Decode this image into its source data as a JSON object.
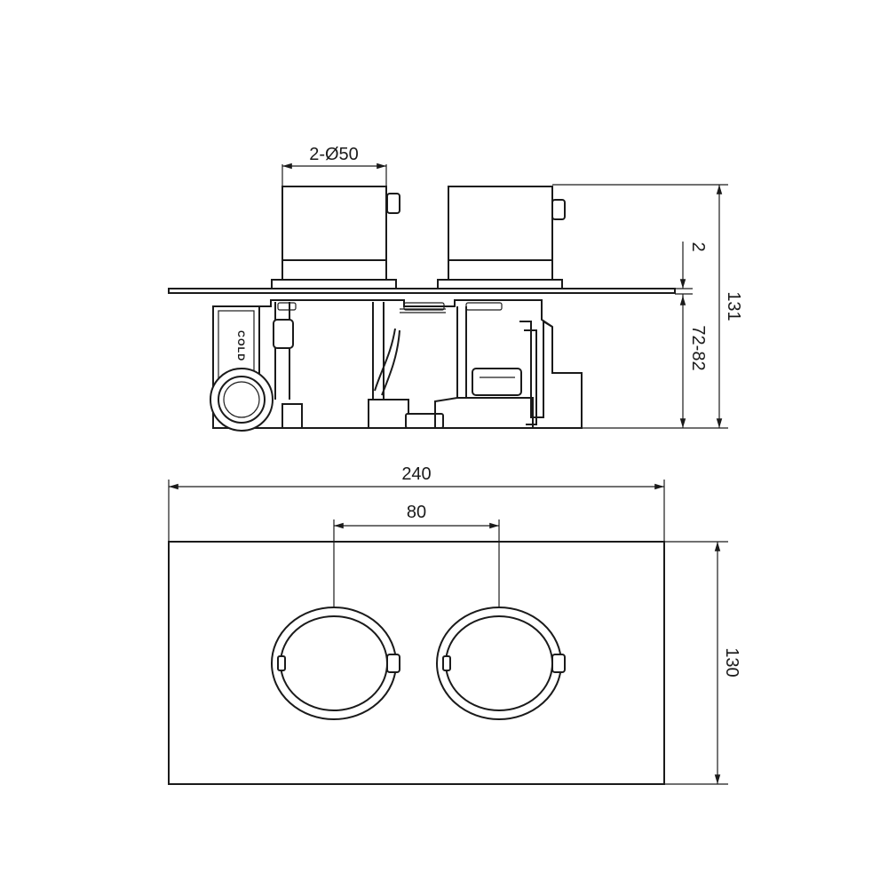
{
  "colors": {
    "line": "#1a1a1a",
    "background": "#ffffff"
  },
  "side_view": {
    "handle_diameter_label": "2-Ø50",
    "plate_thickness_label": "2",
    "body_depth_label": "72-82",
    "total_depth_label": "131",
    "stamp_text": "COLD"
  },
  "front_view": {
    "plate_width_label": "240",
    "handle_spacing_label": "80",
    "plate_height_label": "130"
  }
}
